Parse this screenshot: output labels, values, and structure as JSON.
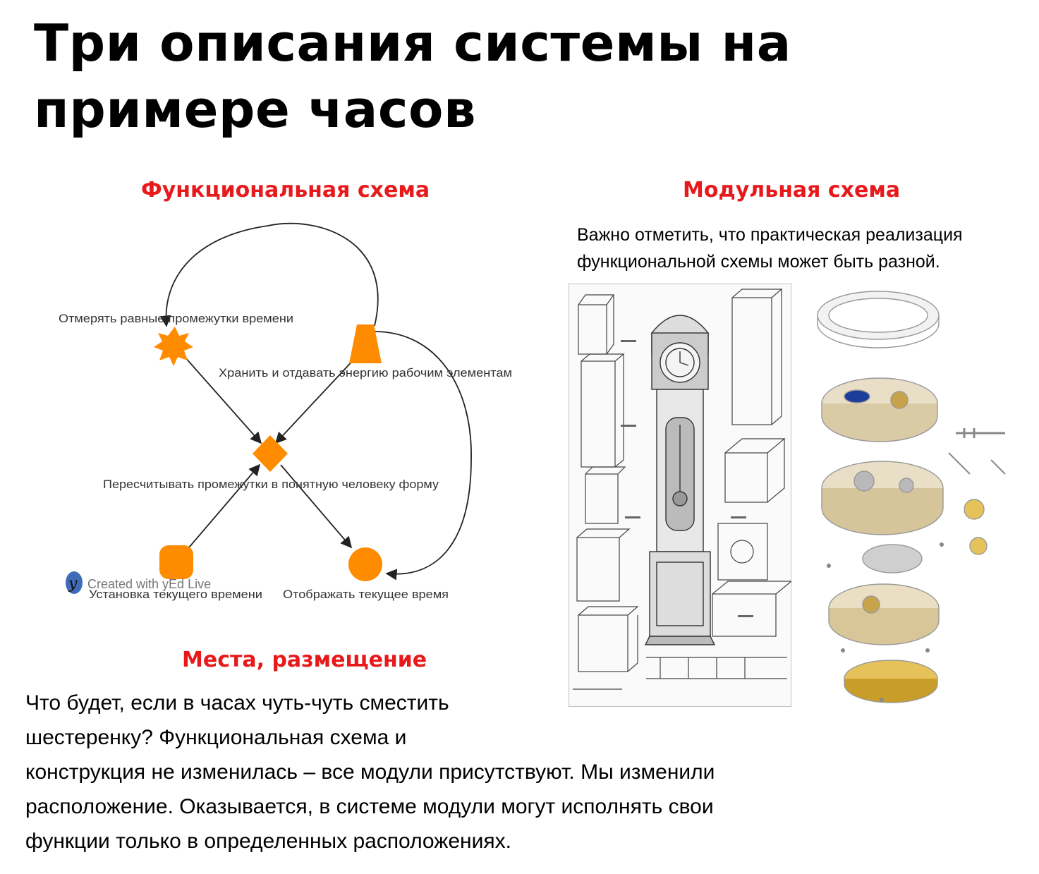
{
  "title": {
    "line1": "Три описания системы на",
    "line2": "примере часов"
  },
  "colors": {
    "heading_red": "#e8191b",
    "node_orange": "#ff8c00",
    "yed_logo_blue": "#2a5bb0"
  },
  "functional": {
    "heading": "Функциональная схема",
    "nodes": {
      "measure": {
        "label": "Отмерять равные промежутки времени",
        "shape": "star"
      },
      "energy": {
        "label": "Хранить и отдавать энергию рабочим элементам",
        "shape": "trapezoid"
      },
      "convert": {
        "label": "Пересчитывать промежутки в понятную человеку форму",
        "shape": "diamond"
      },
      "set_time": {
        "label": "Установка текущего времени",
        "shape": "rounded-square"
      },
      "display": {
        "label": "Отображать текущее время",
        "shape": "circle"
      }
    },
    "watermark": "Created with yEd Live"
  },
  "modular": {
    "heading": "Модульная схема",
    "note_line1": "Важно отметить, что практическая реализация",
    "note_line2": "функциональной схемы может быть разной."
  },
  "placement": {
    "heading": "Места, размещение",
    "lines": [
      "Что будет, если в часах чуть-чуть сместить",
      "шестеренку? Функциональная схема и",
      "конструкция не изменилась – все модули присутствуют. Мы изменили",
      "расположение. Оказывается, в системе модули могут исполнять свои",
      "функции только в определенных расположениях."
    ]
  }
}
